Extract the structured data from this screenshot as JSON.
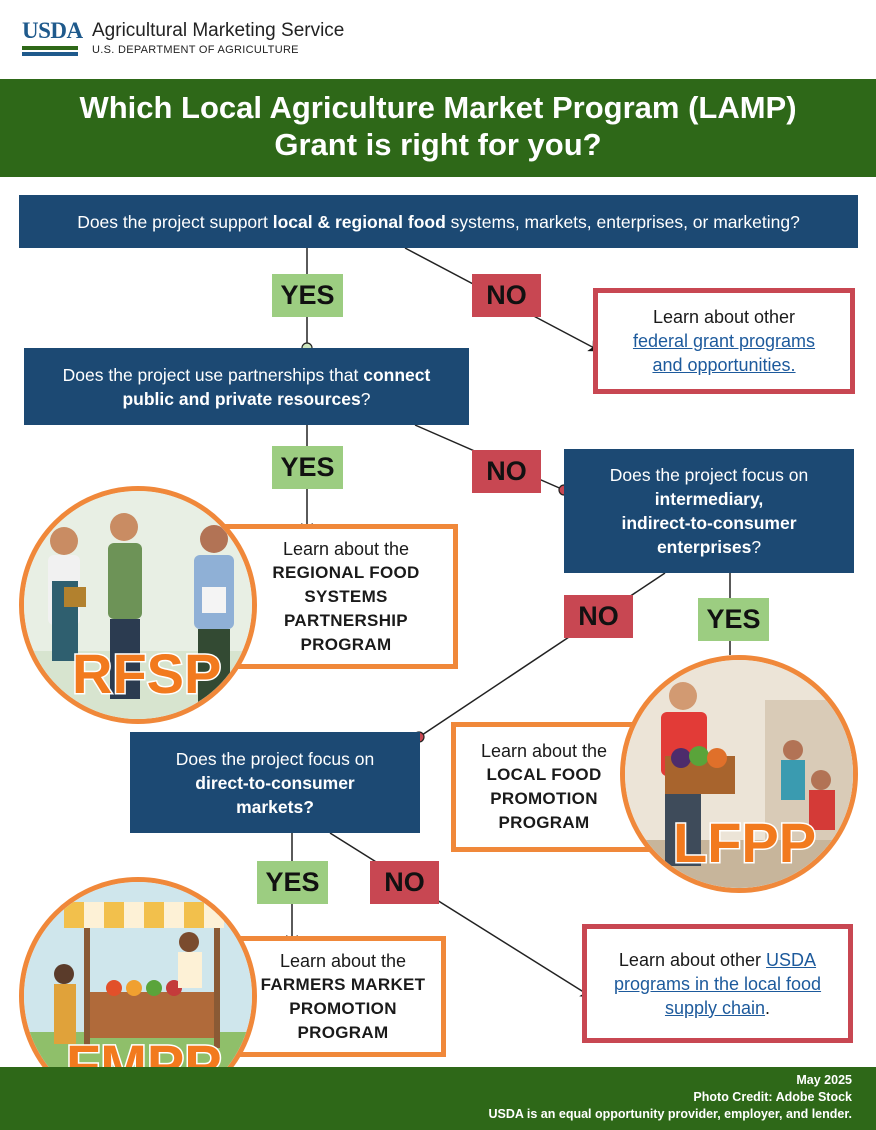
{
  "header": {
    "logo_text": "USDA",
    "agency": "Agricultural Marketing Service",
    "department": "U.S. DEPARTMENT OF AGRICULTURE"
  },
  "title": {
    "line1": "Which Local Agriculture Market Program (LAMP)",
    "line2": "Grant is right for you?"
  },
  "questions": {
    "q1": {
      "pre": "Does the project support ",
      "bold": "local & regional food",
      "post": " systems, markets, enterprises, or marketing?"
    },
    "q2": {
      "line1_pre": "Does the project use partnerships that ",
      "line1_bold": "connect",
      "line2_bold": "public and private resources",
      "line2_post": "?"
    },
    "q3": {
      "line1": "Does the project focus on",
      "line2_bold": "intermediary,",
      "line3_bold": "indirect-to-consumer",
      "line4_bold": "enterprises",
      "line4_post": "?"
    },
    "q4": {
      "line1": "Does the project focus on",
      "line2_bold": "direct-to-consumer",
      "line3_bold": "markets?"
    }
  },
  "tags": {
    "yes": "YES",
    "no": "NO"
  },
  "outcomes": {
    "federal": {
      "line1": "Learn about other",
      "link_line1": "federal grant programs",
      "link_line2": "and opportunities."
    },
    "rfsp": {
      "lead": "Learn about the",
      "p1": "REGIONAL FOOD",
      "p2": "SYSTEMS",
      "p3": "PARTNERSHIP",
      "p4": "PROGRAM",
      "acronym": "RFSP"
    },
    "lfpp": {
      "lead": "Learn about the",
      "p1": "LOCAL FOOD",
      "p2": "PROMOTION",
      "p3": "PROGRAM",
      "acronym": "LFPP"
    },
    "fmpp": {
      "lead": "Learn about the",
      "p1": "FARMERS MARKET",
      "p2": "PROMOTION",
      "p3": "PROGRAM",
      "acronym": "FMPP"
    },
    "usda": {
      "pre": "Learn about other ",
      "link1": "USDA",
      "link2": "programs in the local food",
      "link3": "supply chain",
      "post": "."
    }
  },
  "footer": {
    "date": "May 2025",
    "credit": "Photo Credit: Adobe Stock",
    "eeo": "USDA is an equal opportunity provider, employer, and lender."
  },
  "colors": {
    "green": "#2e6818",
    "navy": "#1c4973",
    "yes": "#9ccd81",
    "no": "#c84752",
    "orange": "#f0883a"
  }
}
